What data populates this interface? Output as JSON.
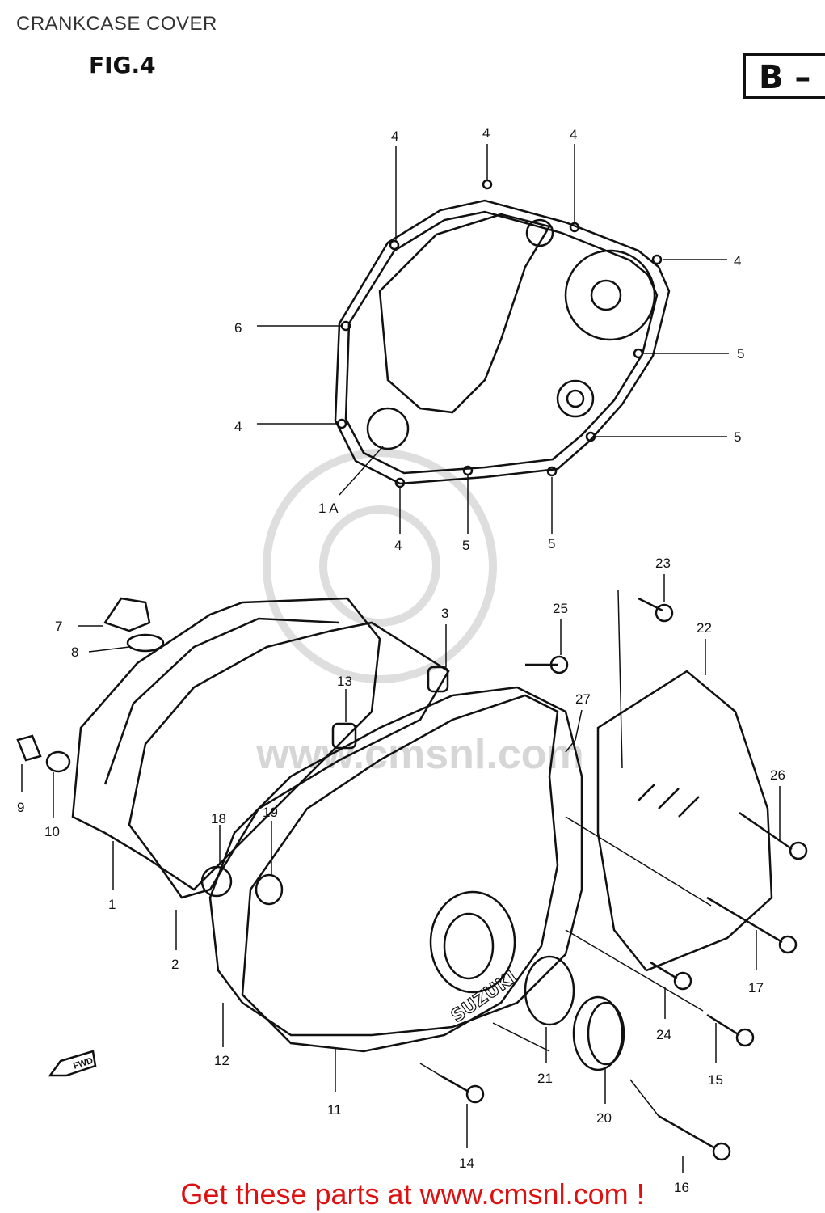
{
  "header": {
    "title": "CRANKCASE COVER",
    "figure": "FIG.4",
    "section": "B –"
  },
  "watermark": {
    "text": "www.cmsnl.com"
  },
  "callouts": {
    "c4a": "4",
    "c4b": "4",
    "c4c": "4",
    "c4d": "4",
    "c6": "6",
    "c5a": "5",
    "c4e": "4",
    "c5b": "5",
    "c1a": "1 A",
    "c4f": "4",
    "c5c": "5",
    "c5d": "5",
    "c23": "23",
    "c25": "25",
    "c22": "22",
    "c3": "3",
    "c7": "7",
    "c8": "8",
    "c13": "13",
    "c27": "27",
    "c26": "26",
    "c9": "9",
    "c10": "10",
    "c18": "18",
    "c19": "19",
    "c1": "1",
    "c2": "2",
    "c17": "17",
    "c24": "24",
    "c12": "12",
    "c15": "15",
    "c21": "21",
    "c11": "11",
    "c20": "20",
    "c14": "14",
    "c16": "16"
  },
  "fwd_label": "FWD",
  "brand_mark": "SUZUKI",
  "footer": {
    "text": "Get these parts at www.cmsnl.com !"
  },
  "colors": {
    "ink": "#111111",
    "footer": "#dd1111",
    "watermark": "#d6d6d6"
  }
}
